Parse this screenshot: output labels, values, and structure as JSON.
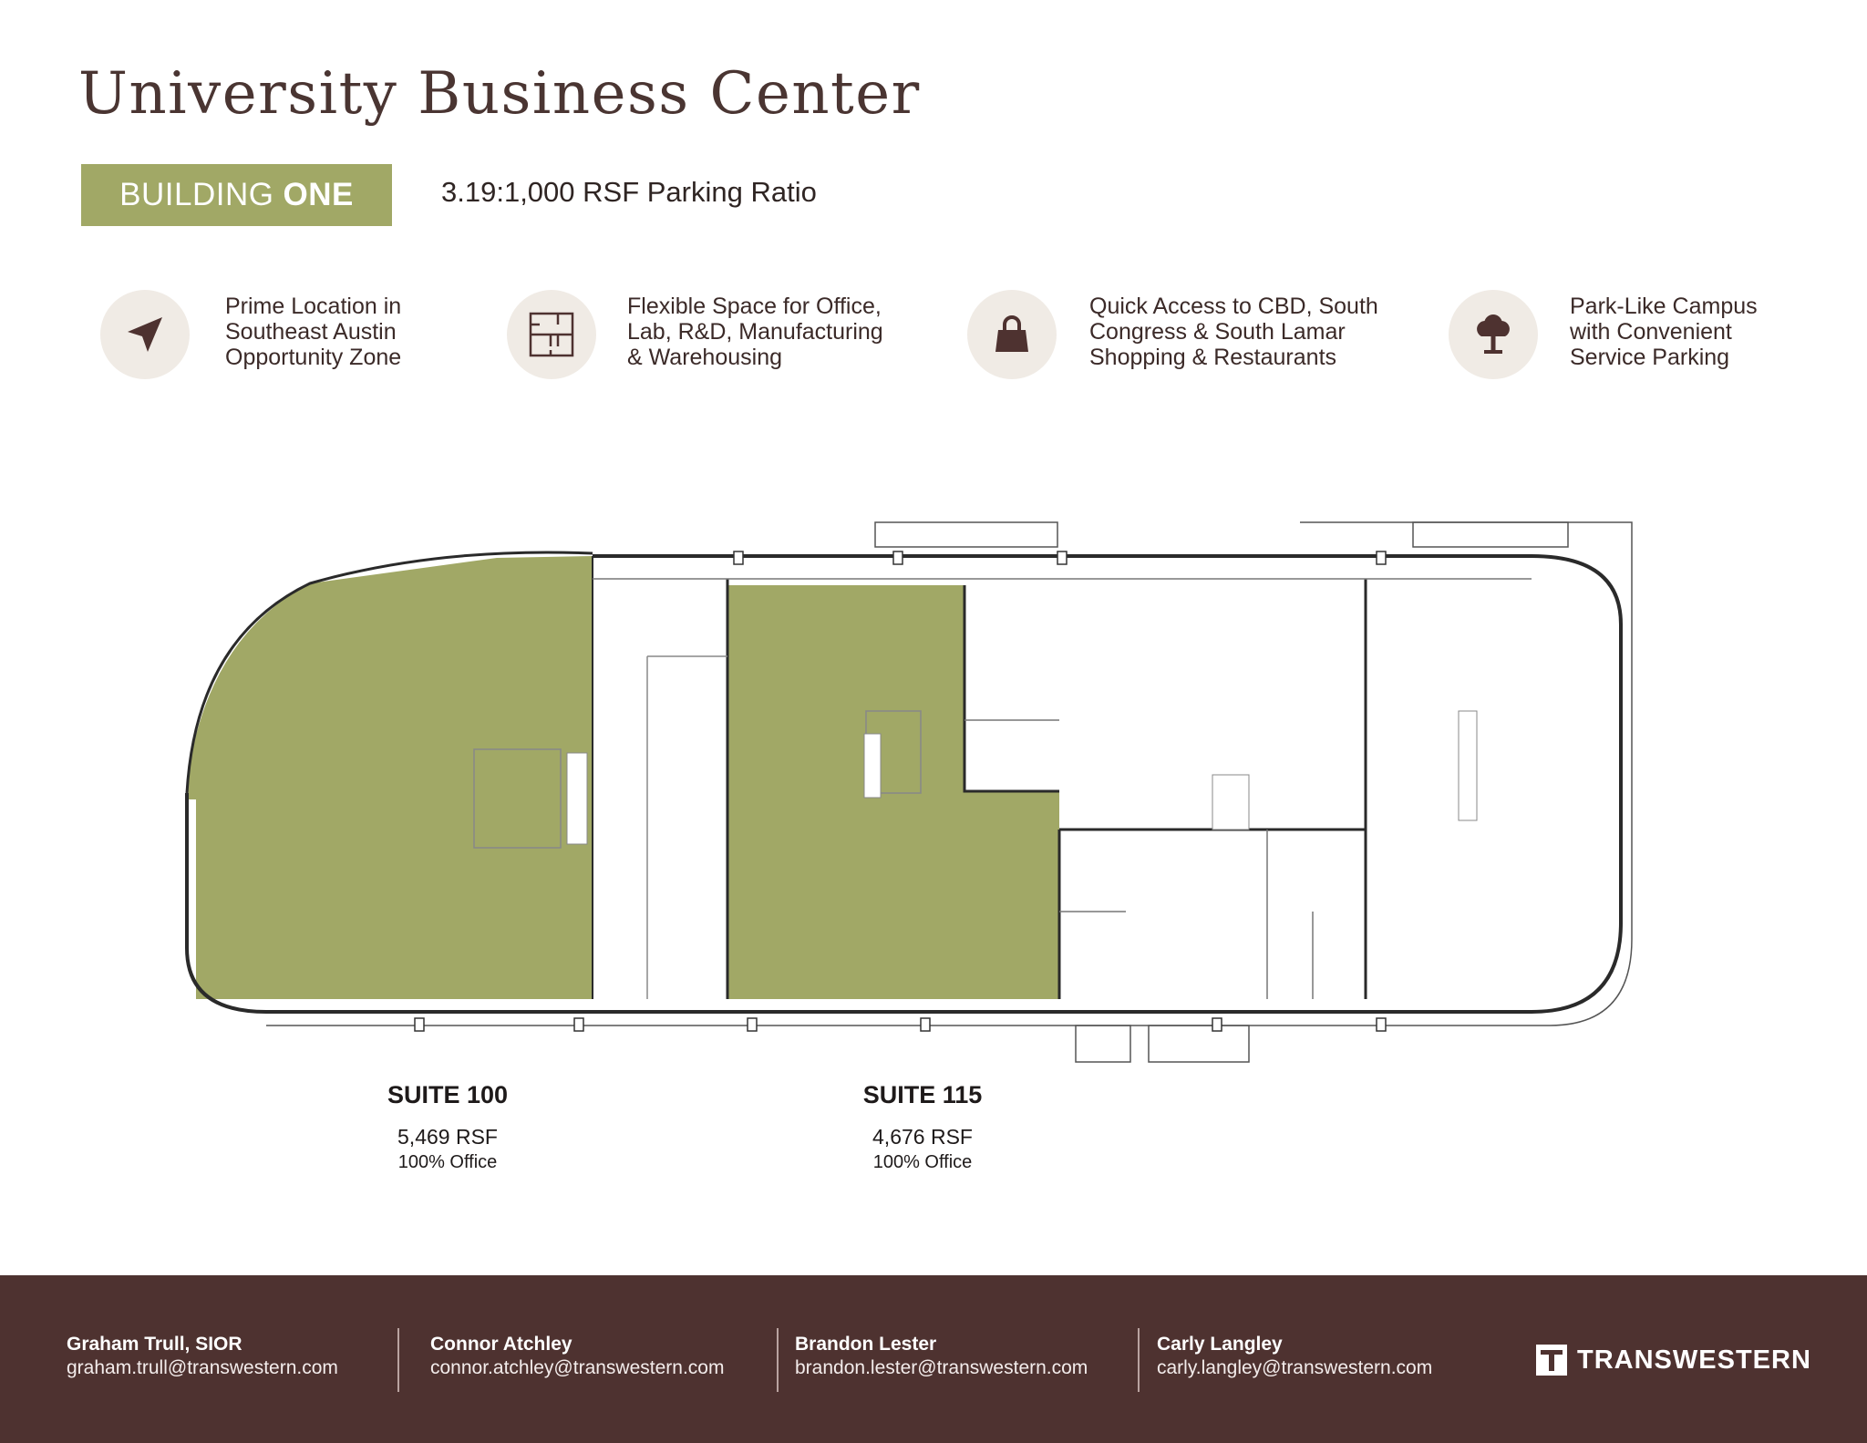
{
  "header": {
    "title": "University Business Center",
    "badge_light": "BUILDING",
    "badge_bold": "ONE",
    "parking_ratio": "3.19:1,000 RSF Parking Ratio"
  },
  "features": [
    {
      "icon": "navigation-arrow-icon",
      "lines": [
        "Prime Location in",
        "Southeast Austin",
        "Opportunity Zone"
      ]
    },
    {
      "icon": "floor-plan-icon",
      "lines": [
        "Flexible Space for Office,",
        "Lab, R&D, Manufacturing",
        "& Warehousing"
      ]
    },
    {
      "icon": "shopping-bag-icon",
      "lines": [
        "Quick Access to CBD, South",
        "Congress & South Lamar",
        "Shopping & Restaurants"
      ]
    },
    {
      "icon": "tree-icon",
      "lines": [
        "Park-Like Campus",
        "with Convenient",
        "Service Parking"
      ]
    }
  ],
  "suites": [
    {
      "name": "SUITE 100",
      "rsf": "5,469 RSF",
      "type": "100% Office"
    },
    {
      "name": "SUITE 115",
      "rsf": "4,676 RSF",
      "type": "100% Office"
    }
  ],
  "colors": {
    "highlight": "#a1a866",
    "footer": "#4e3230",
    "icon_bg": "#f0ebe5",
    "icon_fg": "#4e3230"
  },
  "contacts": [
    {
      "name": "Graham Trull, SIOR",
      "email": "graham.trull@transwestern.com"
    },
    {
      "name": "Connor Atchley",
      "email": "connor.atchley@transwestern.com"
    },
    {
      "name": "Brandon Lester",
      "email": "brandon.lester@transwestern.com"
    },
    {
      "name": "Carly Langley",
      "email": "carly.langley@transwestern.com"
    }
  ],
  "brand": {
    "name": "TRANSWESTERN",
    "logo_icon": "transwestern-t-logo-icon"
  }
}
